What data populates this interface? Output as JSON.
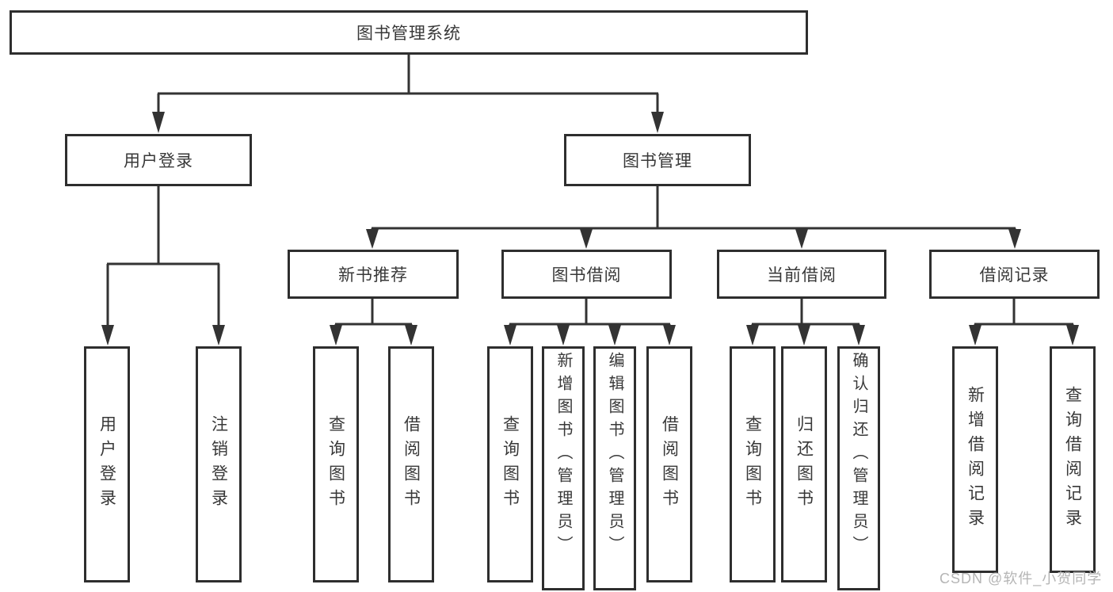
{
  "diagram": {
    "title": "图书管理系统",
    "root": {
      "label": "图书管理系统"
    },
    "branches": [
      {
        "label": "用户登录"
      },
      {
        "label": "图书管理"
      }
    ],
    "modules": [
      {
        "label": "新书推荐"
      },
      {
        "label": "图书借阅"
      },
      {
        "label": "当前借阅"
      },
      {
        "label": "借阅记录"
      }
    ],
    "leaves": [
      {
        "label": "用户登录",
        "parent": "用户登录"
      },
      {
        "label": "注销登录",
        "parent": "用户登录"
      },
      {
        "label": "查询图书",
        "parent": "新书推荐"
      },
      {
        "label": "借阅图书",
        "parent": "新书推荐"
      },
      {
        "label": "查询图书",
        "parent": "图书借阅"
      },
      {
        "label": "新增图书（管理员）",
        "parent": "图书借阅"
      },
      {
        "label": "编辑图书（管理员）",
        "parent": "图书借阅"
      },
      {
        "label": "借阅图书",
        "parent": "图书借阅"
      },
      {
        "label": "查询图书",
        "parent": "当前借阅"
      },
      {
        "label": "归还图书",
        "parent": "当前借阅"
      },
      {
        "label": "确认归还（管理员）",
        "parent": "当前借阅"
      },
      {
        "label": "新增借阅记录",
        "parent": "借阅记录"
      },
      {
        "label": "查询借阅记录",
        "parent": "借阅记录"
      }
    ]
  },
  "watermark": {
    "text": "CSDN @软件_小贺同学"
  },
  "colors": {
    "line": "#333333",
    "border": "#2e2e2e",
    "text": "#383838",
    "background": "#ffffff",
    "watermark": "#b5b5b5"
  }
}
